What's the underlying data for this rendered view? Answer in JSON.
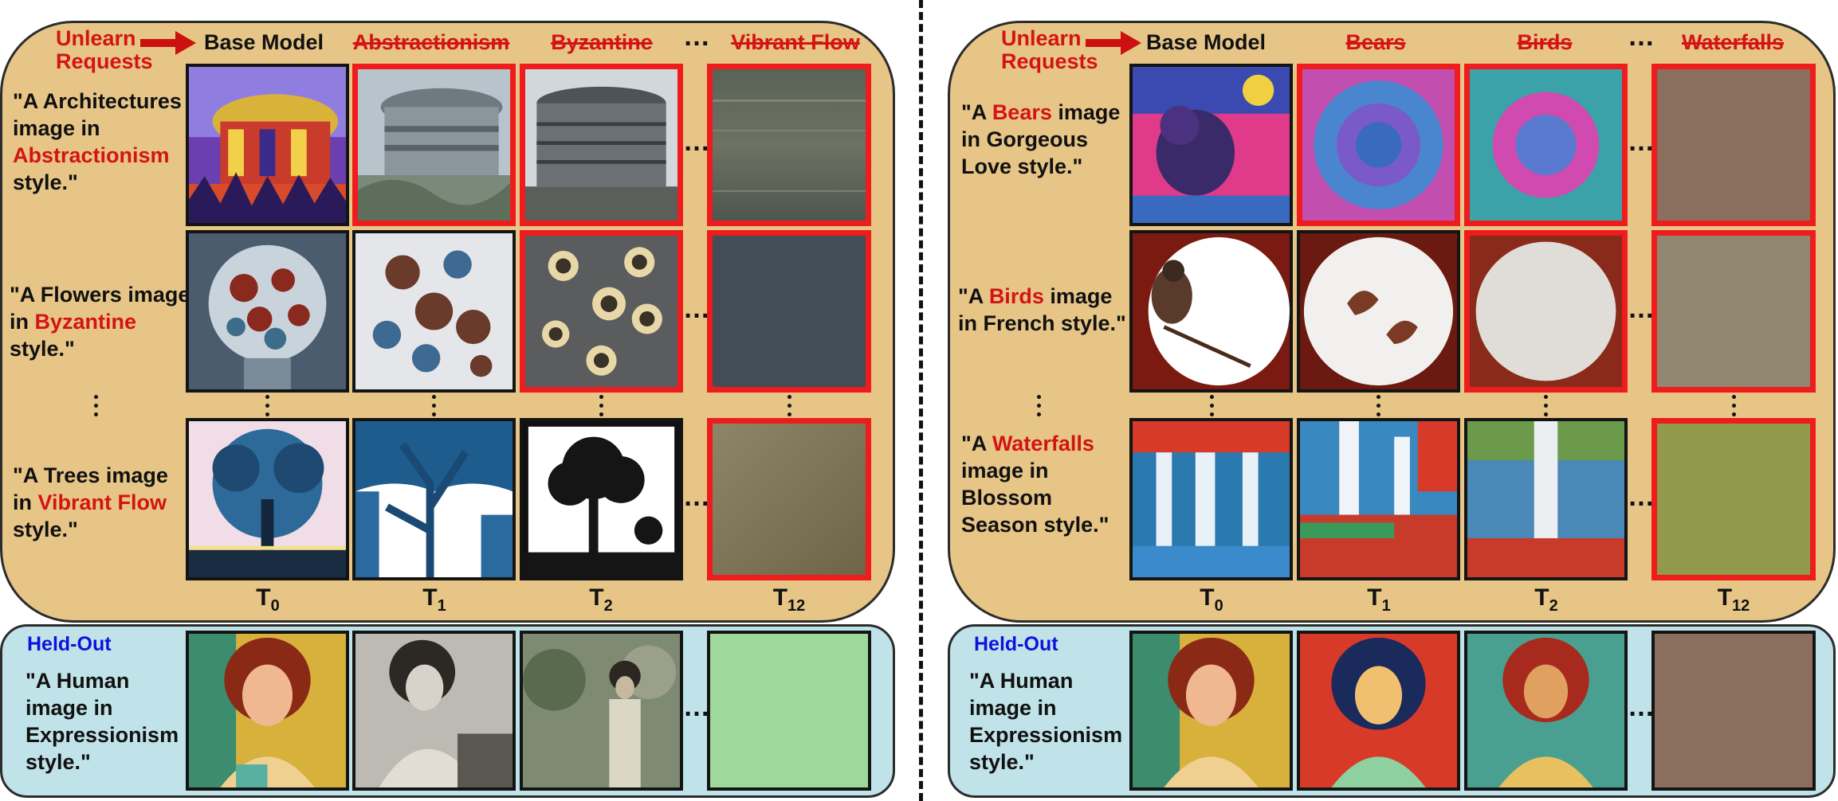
{
  "left": {
    "unlearn_label": "Unlearn\nRequests",
    "base_model": "Base Model",
    "headers": [
      "Abstractionism",
      "Byzantine",
      "Vibrant Flow"
    ],
    "prompts": [
      "\"A Architectures image in Abstractionism style.\"",
      "\"A Flowers image in Byzantine style.\"",
      "\"A Trees image in Vibrant Flow style.\""
    ],
    "prompt_parts": [
      {
        "pre": "\"A Architectures",
        "mid1": "image in",
        "hl": "Abstractionism",
        "post": "style.\""
      },
      {
        "pre": "\"A Flowers image",
        "mid1": "in",
        "hl": "Byzantine",
        "post": "style.\""
      },
      {
        "pre": "\"A Trees image",
        "mid1": "in",
        "hl": "Vibrant Flow",
        "post": "style.\""
      }
    ],
    "held_out_label": "Held-Out",
    "held_out_prompt": [
      "\"A Human",
      "image in",
      "Expressionism",
      "style.\""
    ]
  },
  "right": {
    "unlearn_label": "Unlearn\nRequests",
    "base_model": "Base Model",
    "headers": [
      "Bears",
      "Birds",
      "Waterfalls"
    ],
    "prompt_parts": [
      {
        "lines": [
          "\"A ",
          "Bears",
          " image",
          "in Gorgeous",
          "Love style.\""
        ]
      },
      {
        "lines": [
          "\"A ",
          "Birds",
          " image",
          "in French style.\""
        ]
      },
      {
        "lines": [
          "\"A ",
          "Waterfalls",
          "image in",
          "Blossom",
          "Season style.\""
        ]
      }
    ],
    "held_out_label": "Held-Out",
    "held_out_prompt": [
      "\"A Human",
      "image in",
      "Expressionism",
      "style.\""
    ]
  },
  "t_labels": [
    "T",
    "0",
    "T",
    "1",
    "T",
    "2",
    "T",
    "12"
  ],
  "colors": {
    "accent_red": "#d41414",
    "held_out_blue": "#1111dd",
    "panel_tan": "#e6c587",
    "panel_blue": "#bfe3e8"
  }
}
